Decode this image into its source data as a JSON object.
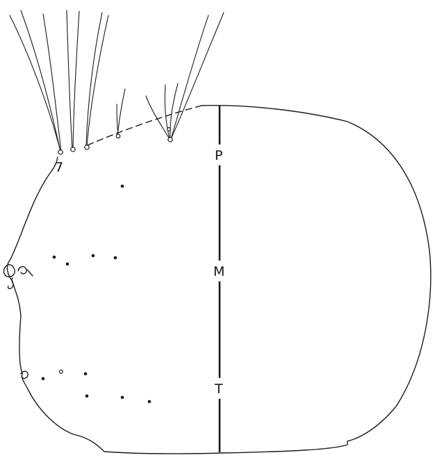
{
  "figure": {
    "setae_label": "7",
    "midline_labels": [
      "P",
      "M",
      "T"
    ]
  }
}
